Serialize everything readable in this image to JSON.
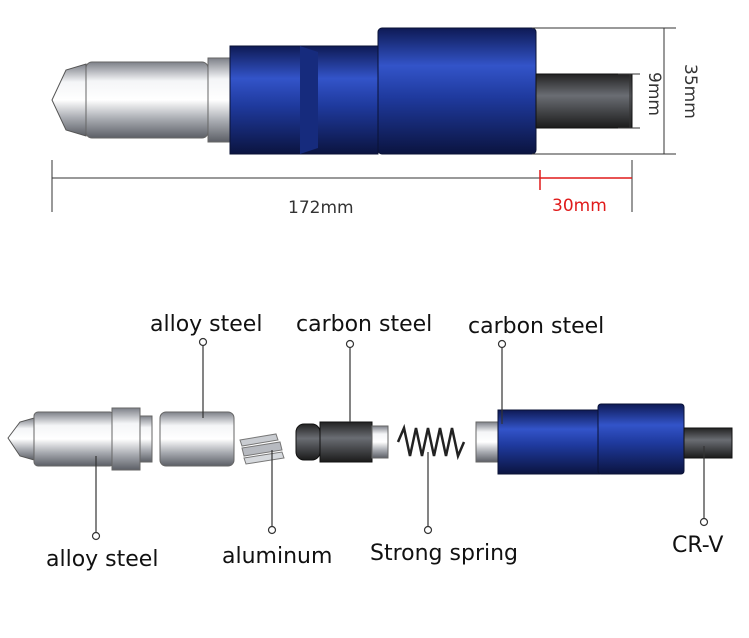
{
  "dimensions": {
    "overall_length": "172mm",
    "shank_length": "30mm",
    "shank_diameter": "9mm",
    "body_diameter": "35mm"
  },
  "parts": {
    "nose_material": "alloy steel",
    "sleeve_material": "alloy steel",
    "jaws_material": "aluminum",
    "pusher_material": "carbon steel",
    "spring_label": "Strong spring",
    "body_material": "carbon steel",
    "shank_material": "CR-V"
  },
  "colors": {
    "body_blue": "#1f3a9e",
    "dim_red": "#e01a1a",
    "steel": "#c9ccd1"
  }
}
